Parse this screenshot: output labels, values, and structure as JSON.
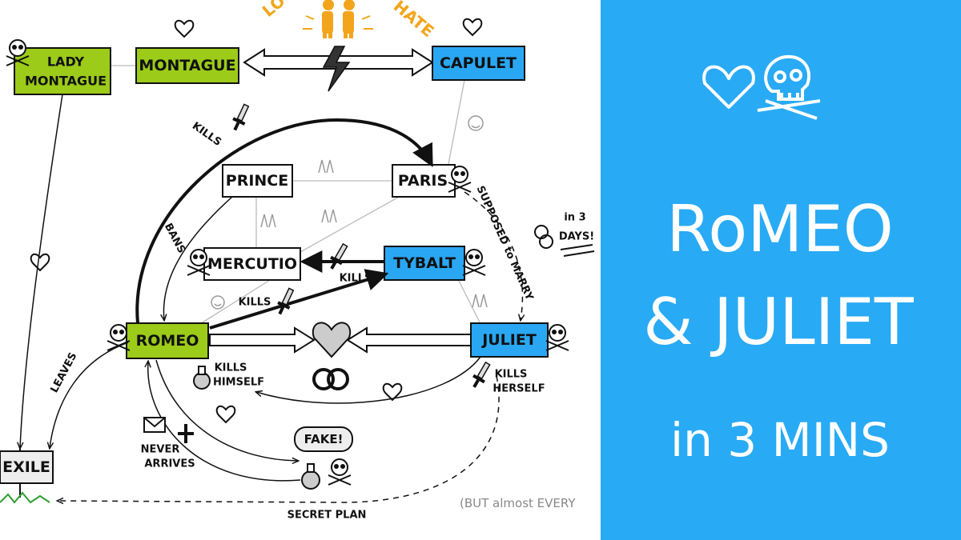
{
  "colors": {
    "green": "#9ccb19",
    "blue": "#2aa7f2",
    "panel": "#29aaf4",
    "white": "#ffffff",
    "ink": "#111111",
    "love": "#f2a51c"
  },
  "header": {
    "love_text": "LOVE",
    "hate_text": "HATE"
  },
  "nodes": {
    "lady_montague": {
      "line1": "LADY",
      "line2": "MONTAGUE"
    },
    "montague": "MONTAGUE",
    "capulet": "CAPULET",
    "prince": "PRINCE",
    "paris": "PARIS",
    "mercutio": "MERCUTIO",
    "tybalt": "TYBALT",
    "romeo": "ROMEO",
    "juliet": "JULIET",
    "exile": "EXILE"
  },
  "labels": {
    "kills_top": "KILLS",
    "bans": "BANS",
    "supposed_to_marry": "SUPPOSED to MARRY",
    "in3days_line1": "in 3",
    "in3days_line2": "DAYS!",
    "kills_tybalt_mercutio": "KILLS",
    "kills_romeo_tybalt": "KILLS",
    "kills_himself_1": "KILLS",
    "kills_himself_2": "HIMSELF",
    "kills_herself_1": "KILLS",
    "kills_herself_2": "HERSELF",
    "leaves": "LEAVES",
    "never_arrives_1": "NEVER",
    "never_arrives_2": "ARRIVES",
    "fake": "FAKE!",
    "secret_plan": "SECRET PLAN",
    "footnote": "(BUT almost EVERY"
  },
  "panel": {
    "title_line1": "RoMEO",
    "title_line2": "& JULIET",
    "subtitle": "in 3 MINS",
    "icons": [
      "heart-icon",
      "skull-crossbones-icon"
    ]
  }
}
